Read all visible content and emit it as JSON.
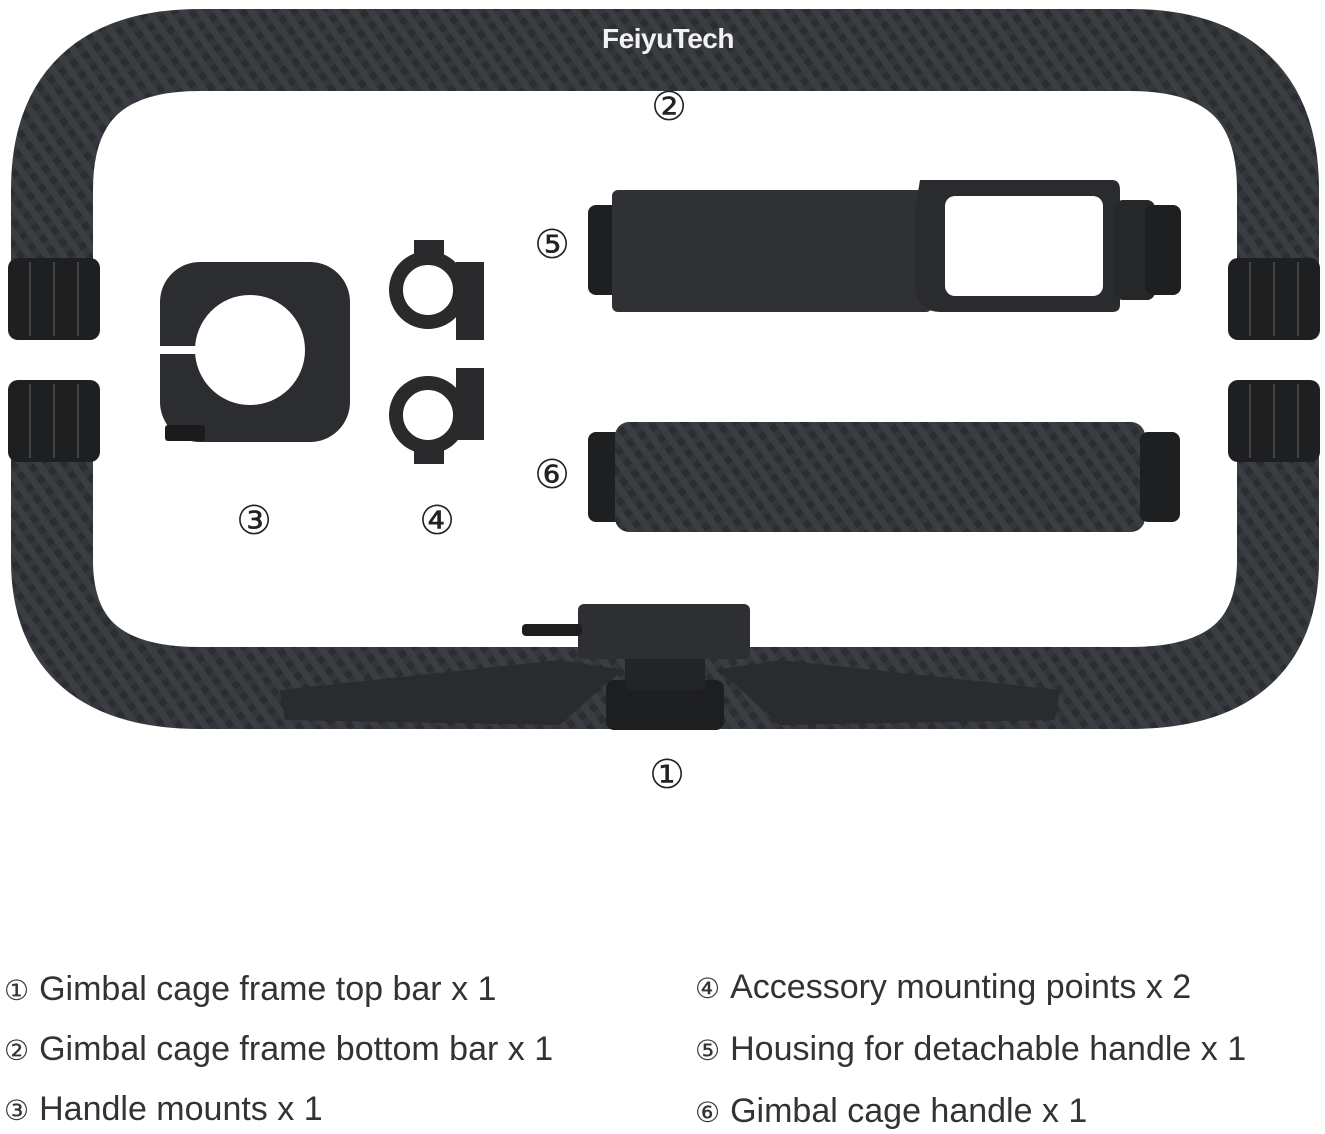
{
  "brand": "FeiyuTech",
  "colors": {
    "carbon_dark": "#2b2d30",
    "carbon_light": "#3d4044",
    "metal": "#2a2a2c",
    "text": "#333333"
  },
  "callouts": {
    "top_bar": "②",
    "detachable_housing": "⑤",
    "handle": "⑥",
    "handle_mounts": "③",
    "accessory_mounts": "④",
    "bottom_bar": "①"
  },
  "legend": [
    {
      "num": "①",
      "text": "Gimbal cage frame top bar x 1"
    },
    {
      "num": "②",
      "text": "Gimbal cage frame bottom bar x 1"
    },
    {
      "num": "③",
      "text": "Handle mounts x 1"
    },
    {
      "num": "④",
      "text": "Accessory mounting points x 2"
    },
    {
      "num": "⑤",
      "text": "Housing for detachable handle x 1"
    },
    {
      "num": "⑥",
      "text": "Gimbal cage handle x 1"
    }
  ]
}
